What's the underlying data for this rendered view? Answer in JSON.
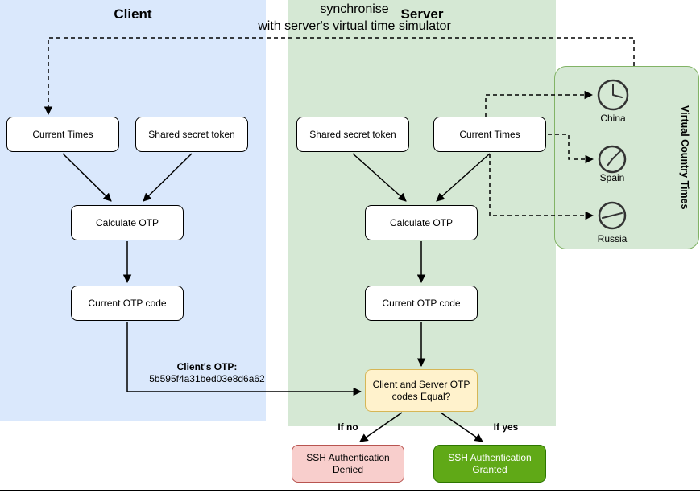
{
  "title": {
    "line1": "synchronise",
    "line2": "with server's virtual time simulator"
  },
  "client": {
    "label": "Client",
    "current_times": "Current Times",
    "shared_secret": "Shared secret token",
    "calculate_otp": "Calculate OTP",
    "current_otp_code": "Current OTP code",
    "otp_caption": "Client's OTP:",
    "otp_value": "5b595f4a31bed03e8d6a62"
  },
  "server": {
    "label": "Server",
    "shared_secret": "Shared secret token",
    "current_times": "Current Times",
    "calculate_otp": "Calculate OTP",
    "current_otp_code": "Current OTP code",
    "decision": "Client and Server OTP codes Equal?",
    "branch_no": "If no",
    "branch_yes": "If yes",
    "denied": "SSH Authentication Denied",
    "granted": "SSH Authentication Granted"
  },
  "virtual_times": {
    "label": "Virtual Country Times",
    "clocks": [
      {
        "name": "China"
      },
      {
        "name": "Spain"
      },
      {
        "name": "Russia"
      }
    ]
  },
  "colors": {
    "client_panel": "#dae8fc",
    "server_panel": "#d5e8d4",
    "vct_panel": "#d5e8d4",
    "vct_border": "#82b366",
    "node_fill": "#ffffff",
    "node_border": "#000000",
    "decision_fill": "#fff2cc",
    "decision_border": "#d6b656",
    "denied_fill": "#f8cecc",
    "denied_border": "#b85450",
    "granted_fill": "#60a917",
    "granted_border": "#2d7600"
  }
}
